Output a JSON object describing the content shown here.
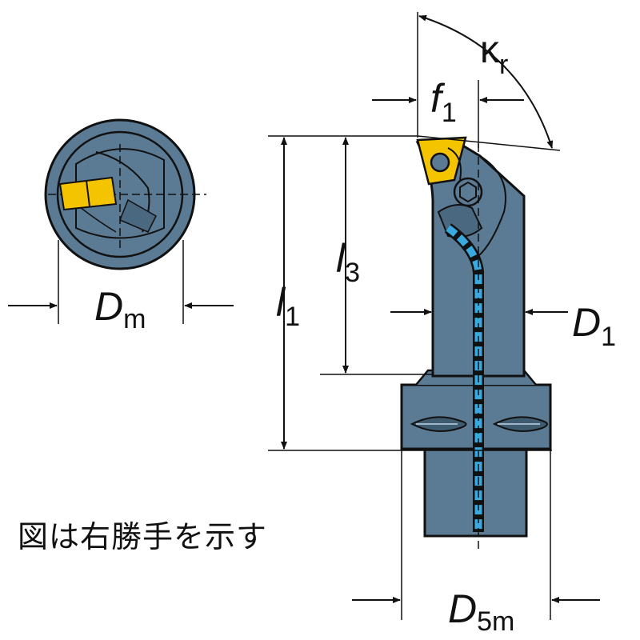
{
  "labels": {
    "dm": {
      "main": "D",
      "sub": "m"
    },
    "l1": {
      "main": "l",
      "sub": "1"
    },
    "l3": {
      "main": "l",
      "sub": "3"
    },
    "f1": {
      "main": "f",
      "sub": "1"
    },
    "kr": {
      "main": "κ",
      "sub": "r"
    },
    "d1": {
      "main": "D",
      "sub": "1"
    },
    "d5m": {
      "main": "D",
      "sub": "5m"
    }
  },
  "note": "図は右勝手を示す",
  "colors": {
    "body": "#5b7a93",
    "body_dark": "#3f5b70",
    "outline": "#111111",
    "insert": "#f5c400",
    "coolant": "#39a9e0",
    "dim_line": "#111111"
  }
}
